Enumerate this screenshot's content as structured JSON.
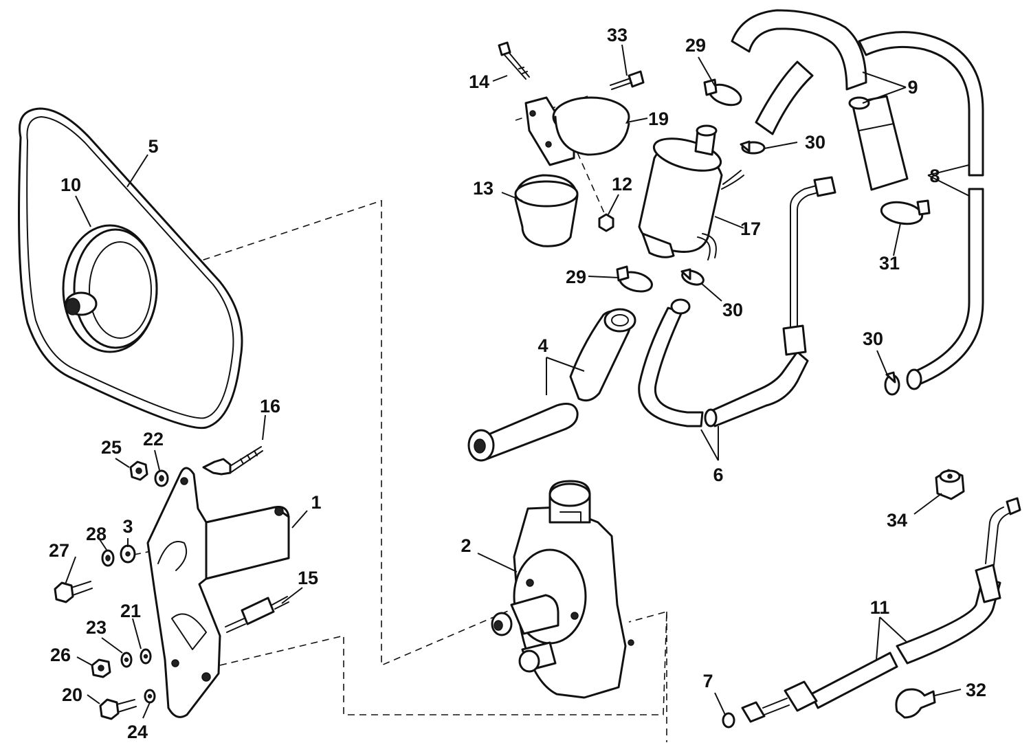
{
  "callouts": [
    {
      "id": "c1",
      "text": "1"
    },
    {
      "id": "c2",
      "text": "2"
    },
    {
      "id": "c3",
      "text": "3"
    },
    {
      "id": "c4",
      "text": "4"
    },
    {
      "id": "c5",
      "text": "5"
    },
    {
      "id": "c6",
      "text": "6"
    },
    {
      "id": "c7",
      "text": "7"
    },
    {
      "id": "c8",
      "text": "8"
    },
    {
      "id": "c9",
      "text": "9"
    },
    {
      "id": "c10",
      "text": "10"
    },
    {
      "id": "c11",
      "text": "11"
    },
    {
      "id": "c12",
      "text": "12"
    },
    {
      "id": "c13",
      "text": "13"
    },
    {
      "id": "c14",
      "text": "14"
    },
    {
      "id": "c15",
      "text": "15"
    },
    {
      "id": "c16",
      "text": "16"
    },
    {
      "id": "c17",
      "text": "17"
    },
    {
      "id": "c19",
      "text": "19"
    },
    {
      "id": "c20",
      "text": "20"
    },
    {
      "id": "c21",
      "text": "21"
    },
    {
      "id": "c22",
      "text": "22"
    },
    {
      "id": "c23",
      "text": "23"
    },
    {
      "id": "c24",
      "text": "24"
    },
    {
      "id": "c25",
      "text": "25"
    },
    {
      "id": "c26",
      "text": "26"
    },
    {
      "id": "c27",
      "text": "27"
    },
    {
      "id": "c28",
      "text": "28"
    },
    {
      "id": "c29a",
      "text": "29"
    },
    {
      "id": "c29b",
      "text": "29"
    },
    {
      "id": "c30a",
      "text": "30"
    },
    {
      "id": "c30b",
      "text": "30"
    },
    {
      "id": "c30c",
      "text": "30"
    },
    {
      "id": "c31",
      "text": "31"
    },
    {
      "id": "c32",
      "text": "32"
    },
    {
      "id": "c33",
      "text": "33"
    },
    {
      "id": "c34",
      "text": "34"
    }
  ]
}
